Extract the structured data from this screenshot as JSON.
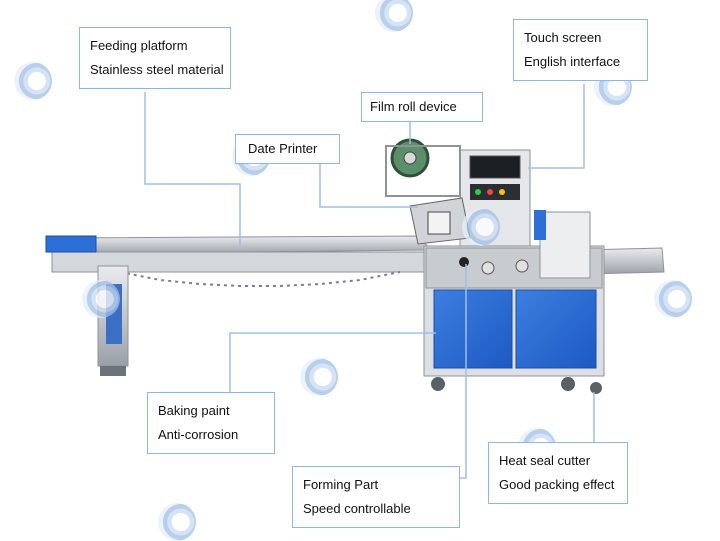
{
  "callouts": {
    "feeding": [
      "Feeding platform",
      "Stainless steel material"
    ],
    "touch": [
      "Touch screen",
      "English interface"
    ],
    "film": [
      "Film roll device"
    ],
    "date": [
      "Date Printer"
    ],
    "baking": [
      "Baking paint",
      "Anti-corrosion"
    ],
    "heatseal": [
      "Heat seal cutter",
      "Good packing effect"
    ],
    "forming": [
      "Forming Part",
      "Speed controllable"
    ]
  },
  "colors": {
    "callout_border": "#8fb6e6",
    "leader_line": "#9fbfe6",
    "machine_blue": "#2c6fd6",
    "steel": "#c9ccd1"
  },
  "watermark_icon": "swirl-logo-icon"
}
